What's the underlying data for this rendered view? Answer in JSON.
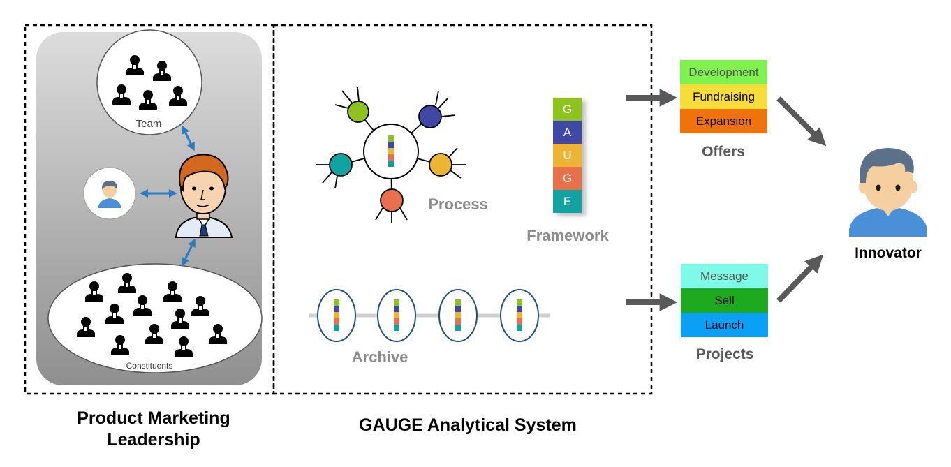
{
  "left_panel": {
    "title_line1": "Product Marketing",
    "title_line2": "Leadership",
    "team_label": "Team",
    "constituents_label": "Constituents"
  },
  "center_panel": {
    "title": "GAUGE Analytical System",
    "process_label": "Process",
    "framework_label": "Framework",
    "archive_label": "Archive",
    "gauge_letters": [
      "G",
      "A",
      "U",
      "G",
      "E"
    ]
  },
  "offers": {
    "label": "Offers",
    "items": [
      "Development",
      "Fundraising",
      "Expansion"
    ]
  },
  "projects": {
    "label": "Projects",
    "items": [
      "Message",
      "Sell",
      "Launch"
    ]
  },
  "innovator": {
    "label": "Innovator"
  },
  "colors": {
    "gauge_g1": "#8dc21f",
    "gauge_a": "#3f48a4",
    "gauge_u": "#ebb533",
    "gauge_g2": "#e8704b",
    "gauge_e": "#11a3a2",
    "development": "#7ff24f",
    "fundraising": "#f7dd3a",
    "expansion": "#f0720a",
    "message": "#7dfbe8",
    "sell": "#1eaa1e",
    "launch": "#0aa0f5",
    "link_arrow": "#2a7bc2",
    "flow_arrow": "#595959",
    "label_gray": "#8c8c8c"
  }
}
